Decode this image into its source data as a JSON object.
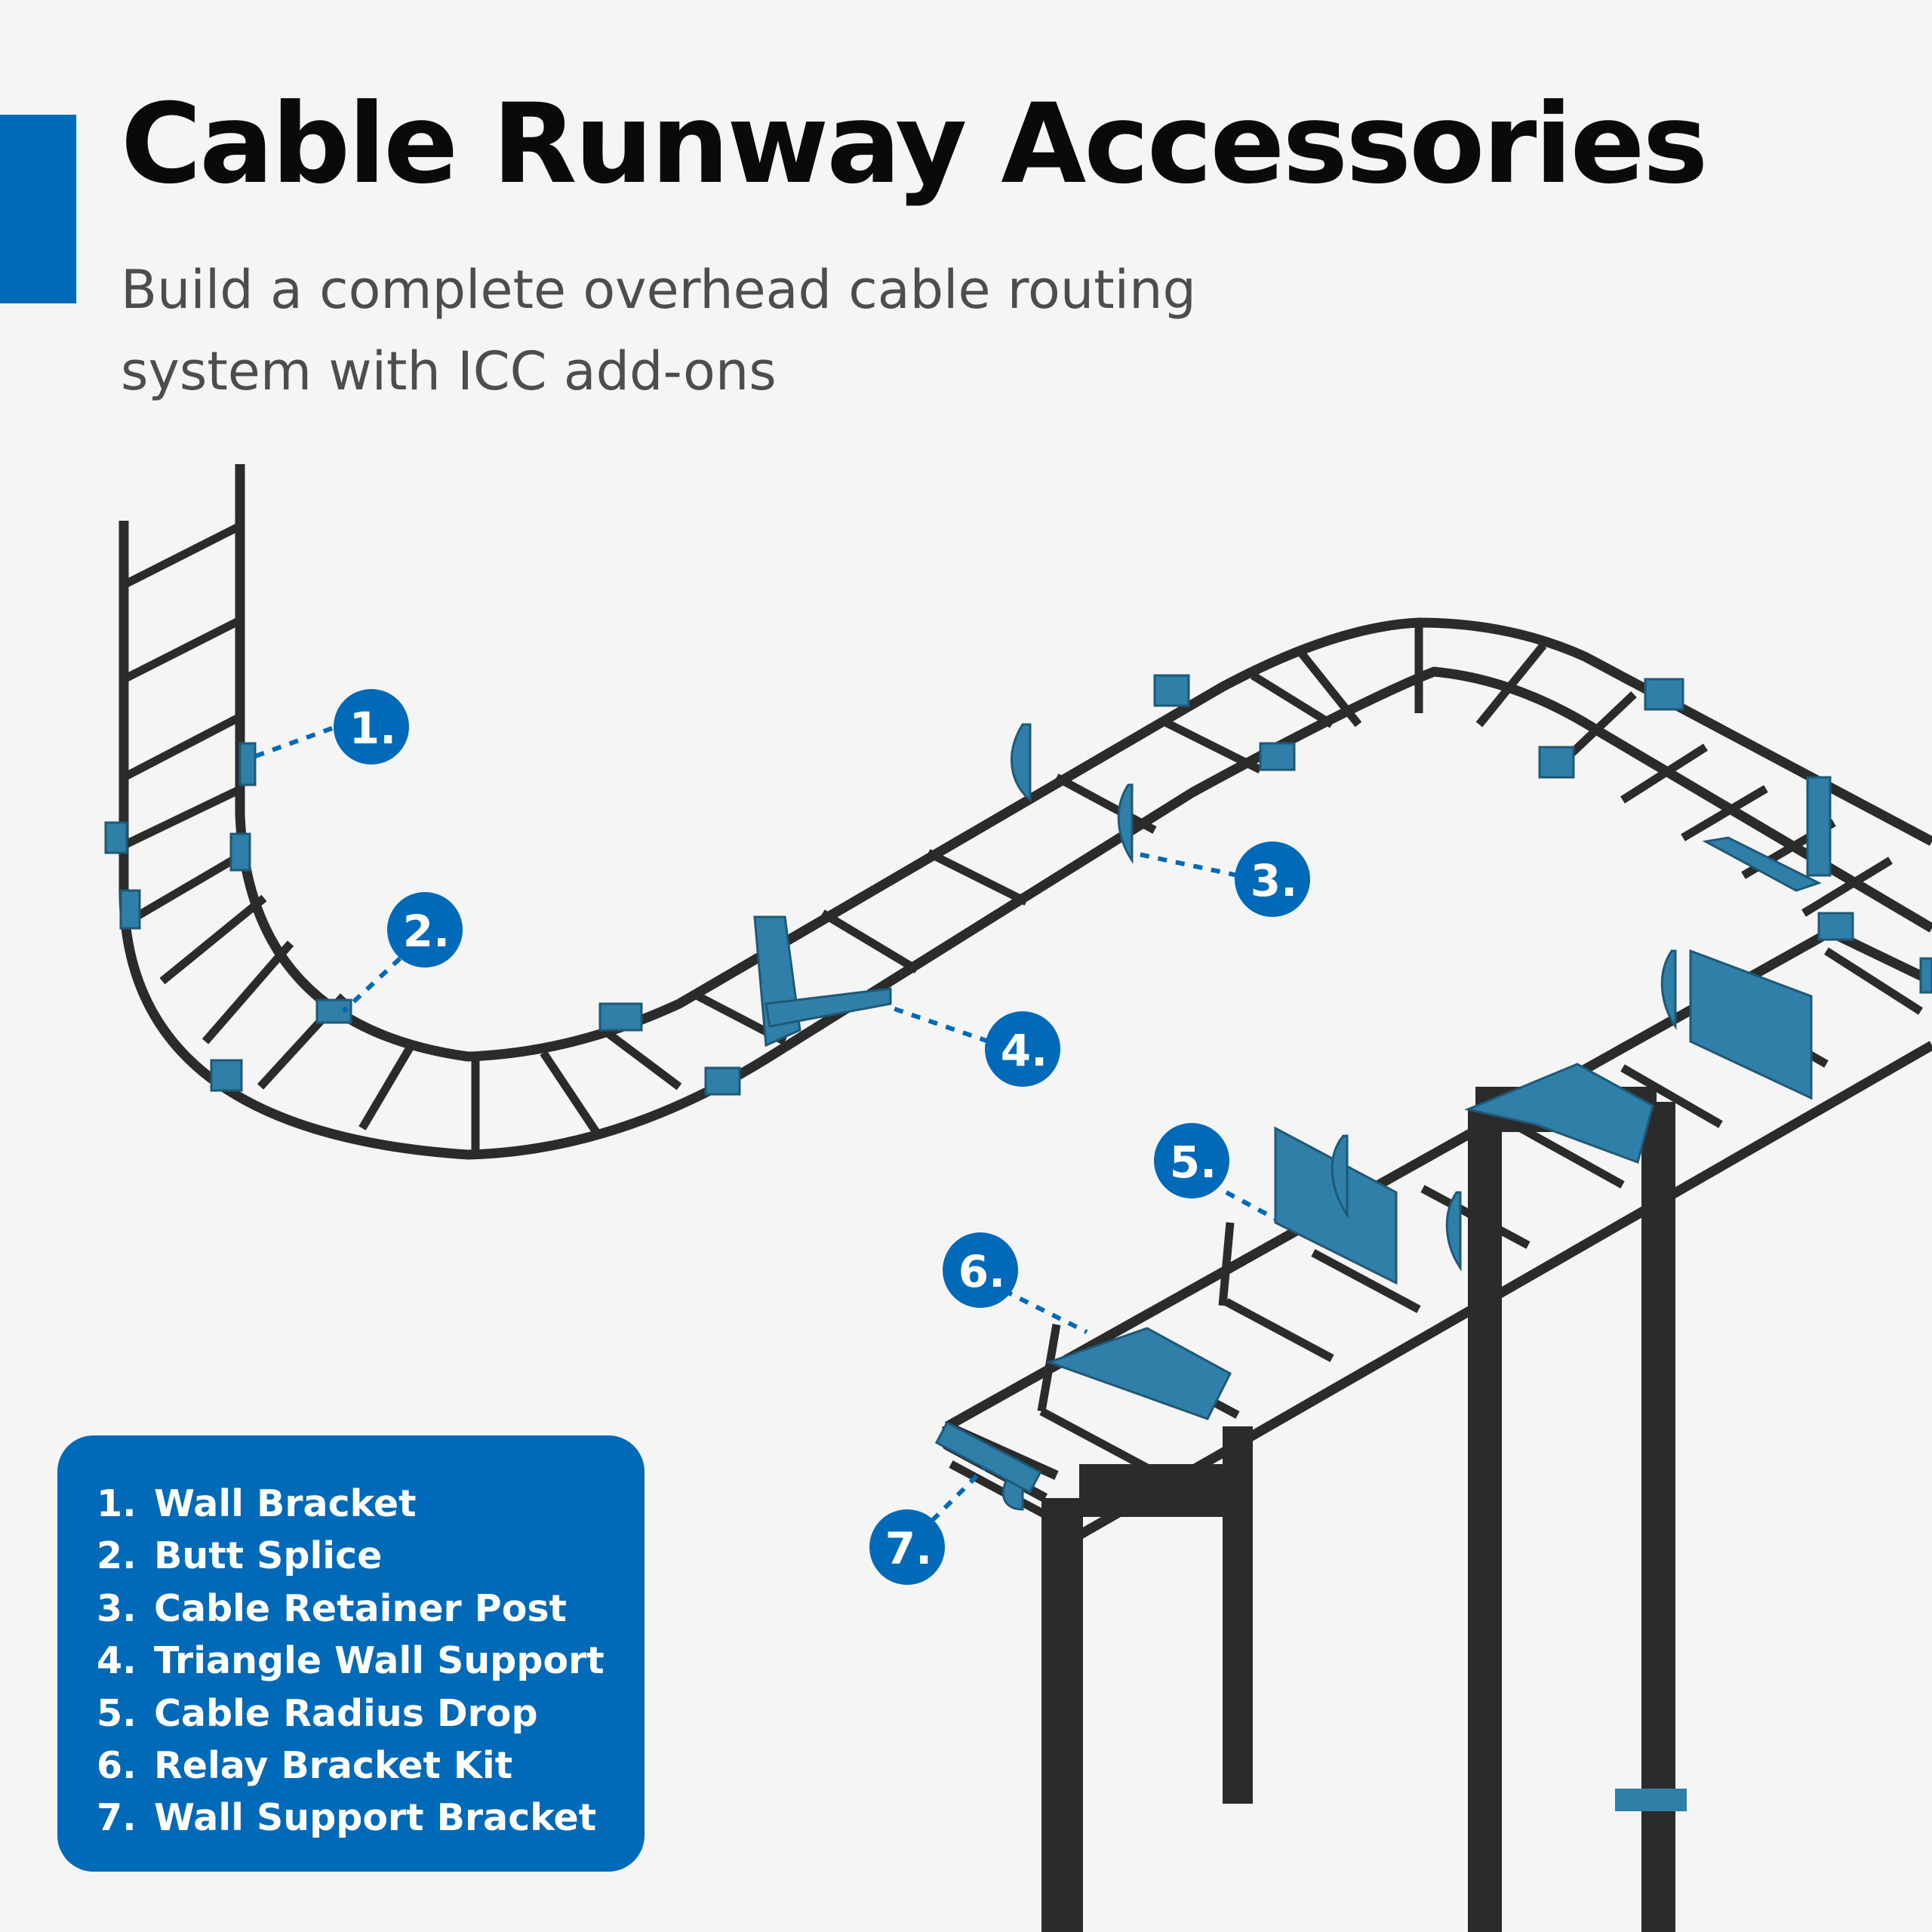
{
  "header": {
    "title": "Cable Runway Accessories",
    "subtitle": "Build a complete overhead cable routing system with ICC add-ons"
  },
  "colors": {
    "accent": "#0069b8",
    "frame": "#2b2b2b",
    "accessory": "#2f7fa8",
    "background": "#f5f5f5"
  },
  "callouts": [
    {
      "number": "1."
    },
    {
      "number": "2."
    },
    {
      "number": "3."
    },
    {
      "number": "4."
    },
    {
      "number": "5."
    },
    {
      "number": "6."
    },
    {
      "number": "7."
    }
  ],
  "legend": {
    "items": [
      {
        "number": "1.",
        "label": "Wall Bracket"
      },
      {
        "number": "2.",
        "label": "Butt Splice"
      },
      {
        "number": "3.",
        "label": "Cable Retainer Post"
      },
      {
        "number": "4.",
        "label": "Triangle Wall Support"
      },
      {
        "number": "5.",
        "label": "Cable Radius Drop"
      },
      {
        "number": "6.",
        "label": "Relay Bracket Kit"
      },
      {
        "number": "7.",
        "label": "Wall Support Bracket"
      }
    ]
  }
}
